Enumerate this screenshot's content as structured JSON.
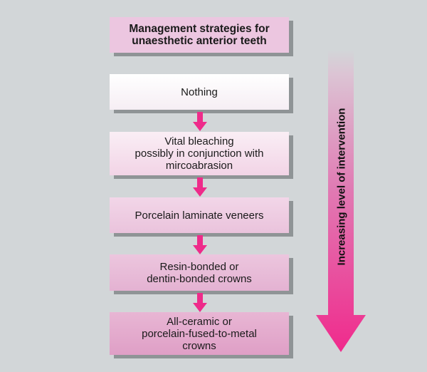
{
  "title": "Management strategies for\nunaesthetic anterior teeth",
  "steps": [
    {
      "label": "Nothing"
    },
    {
      "label": "Vital bleaching\npossibly in conjunction with\nmircoabrasion"
    },
    {
      "label": "Porcelain laminate veneers"
    },
    {
      "label": "Resin-bonded or\ndentin-bonded crowns"
    },
    {
      "label": "All-ceramic or\nporcelain-fused-to-metal\ncrowns"
    }
  ],
  "side_arrow": {
    "label": "Increasing level of intervention"
  },
  "colors": {
    "accent": "#ee2b8a",
    "background": "#d2d6d8",
    "shadow": "#8f9496"
  }
}
